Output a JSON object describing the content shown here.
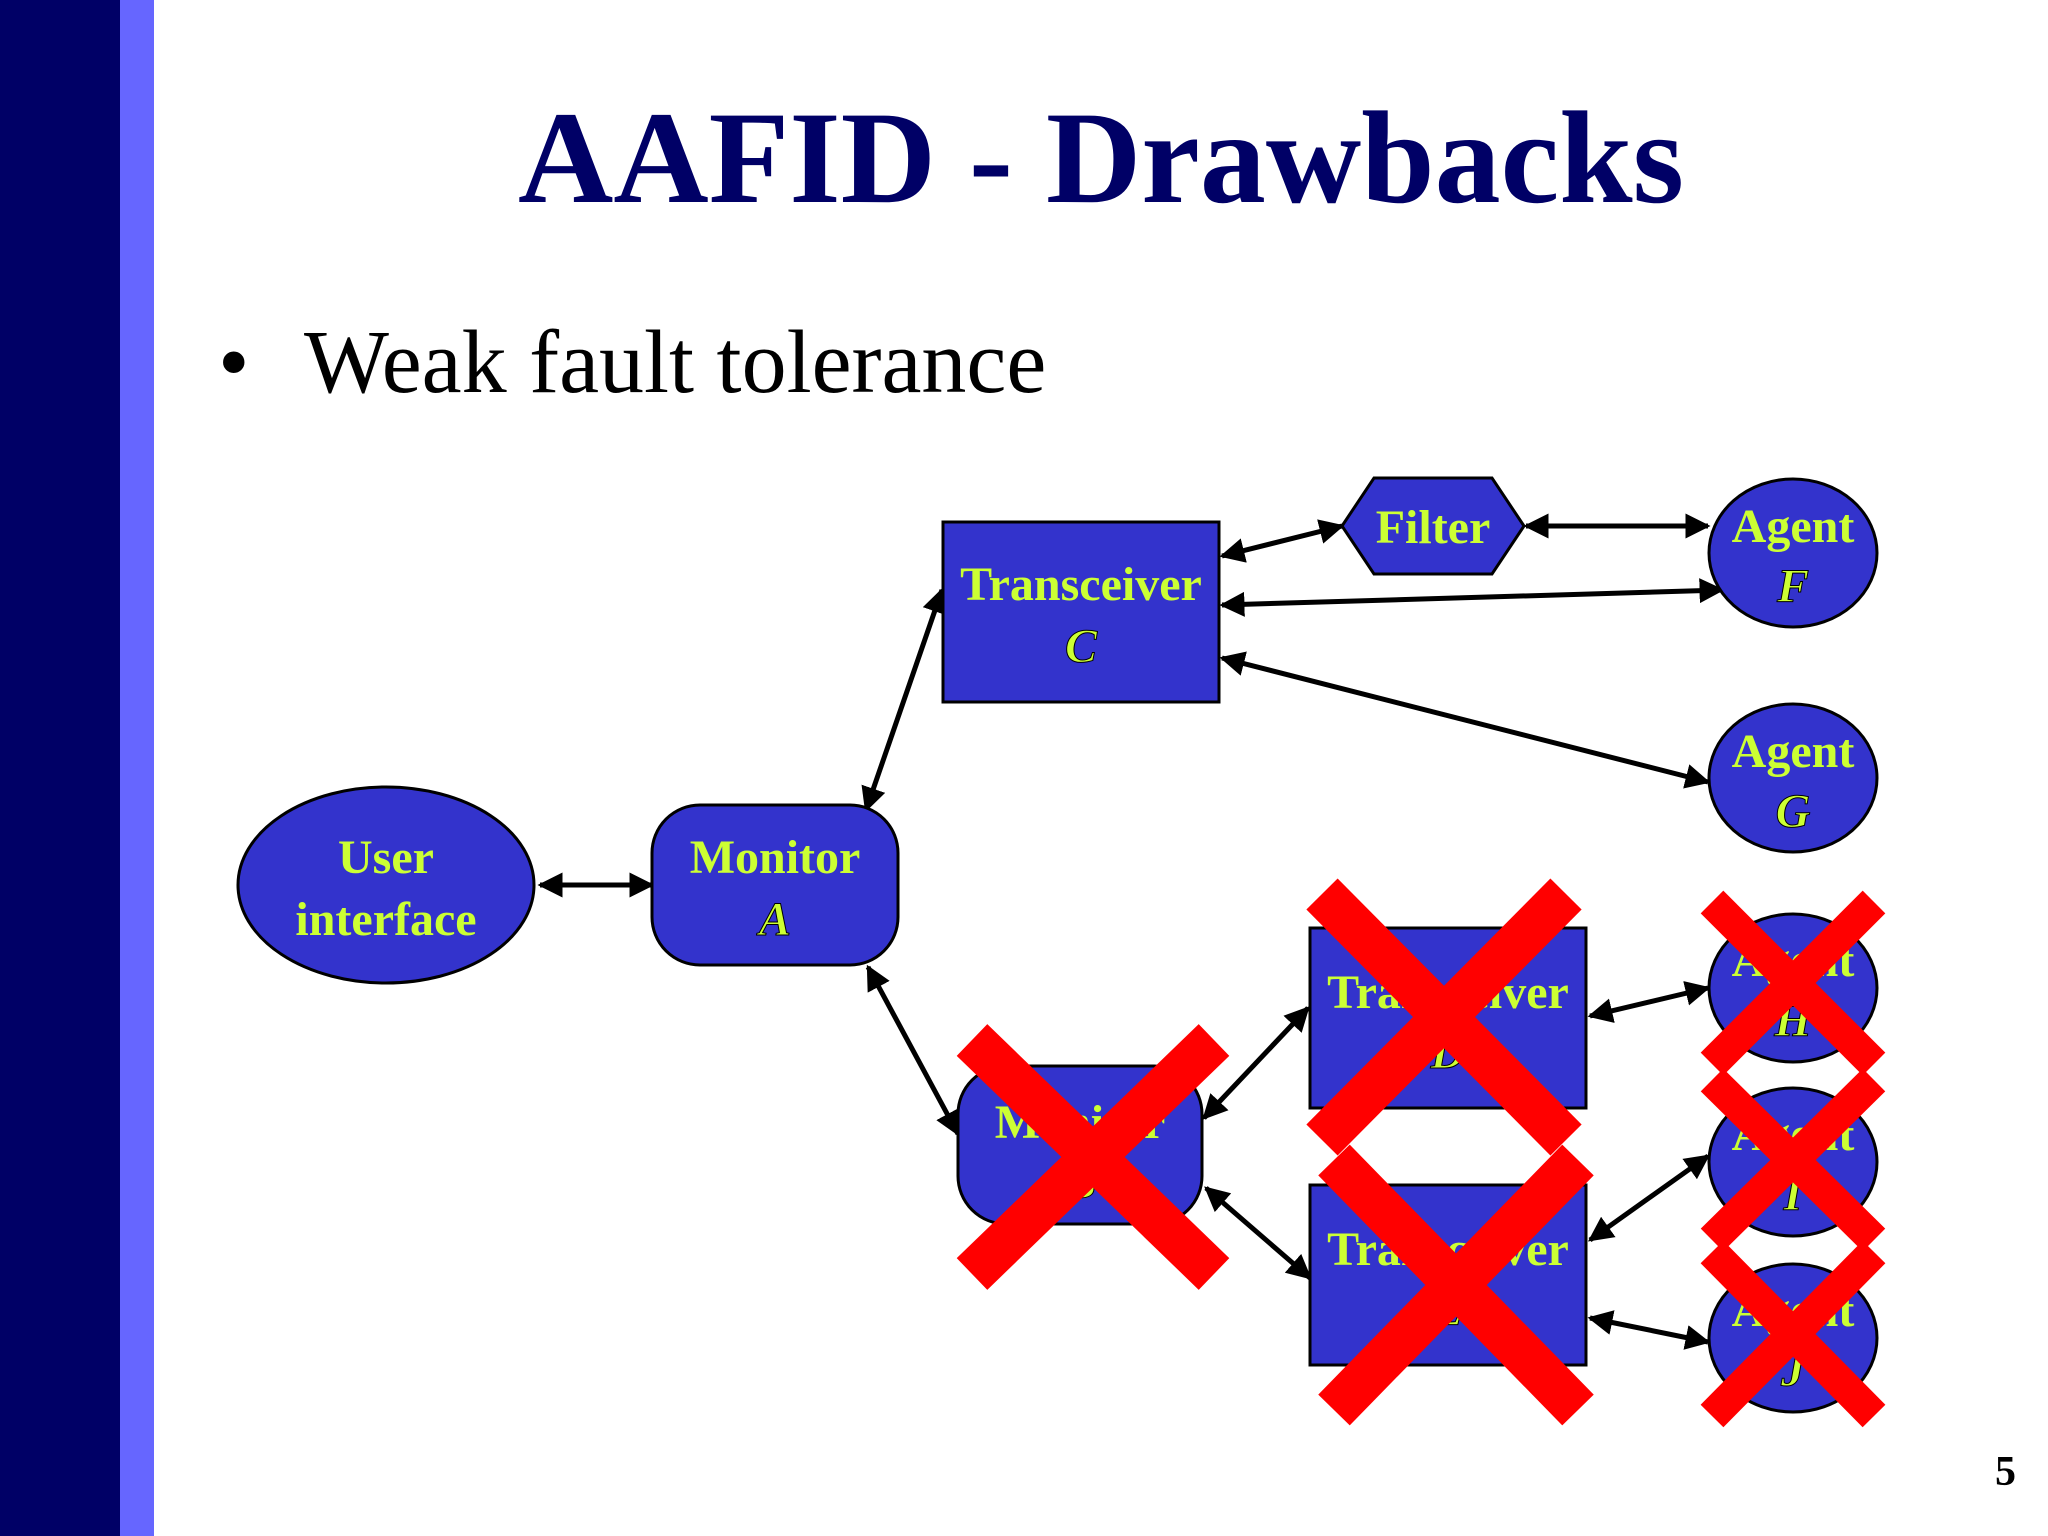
{
  "slide": {
    "title": "AAFID - Drawbacks",
    "bullet": "Weak fault tolerance",
    "page_number": "5"
  },
  "colors": {
    "left_bar_dark": "#000066",
    "left_bar_light": "#6666ff",
    "title": "#000066",
    "node_fill": "#3333cc",
    "node_text": "#ccff33",
    "cross": "#ff0000"
  },
  "nodes": {
    "user_interface": {
      "line1": "User",
      "line2": "interface"
    },
    "monitor_a": {
      "line1": "Monitor",
      "line2": "A"
    },
    "monitor_b": {
      "line1": "Monitor",
      "line2": "B"
    },
    "transceiver_c": {
      "line1": "Transceiver",
      "line2": "C"
    },
    "transceiver_d": {
      "line1": "Transceiver",
      "line2": "D"
    },
    "transceiver_e": {
      "line1": "Transceiver",
      "line2": "E"
    },
    "filter": {
      "line1": "Filter"
    },
    "agent_f": {
      "line1": "Agent",
      "line2": "F"
    },
    "agent_g": {
      "line1": "Agent",
      "line2": "G"
    },
    "agent_h": {
      "line1": "Agent",
      "line2": "H"
    },
    "agent_i": {
      "line1": "Agent",
      "line2": "I"
    },
    "agent_j": {
      "line1": "Agent",
      "line2": "J"
    }
  },
  "failed_nodes": [
    "monitor_b",
    "transceiver_d",
    "transceiver_e",
    "agent_h",
    "agent_i",
    "agent_j"
  ]
}
